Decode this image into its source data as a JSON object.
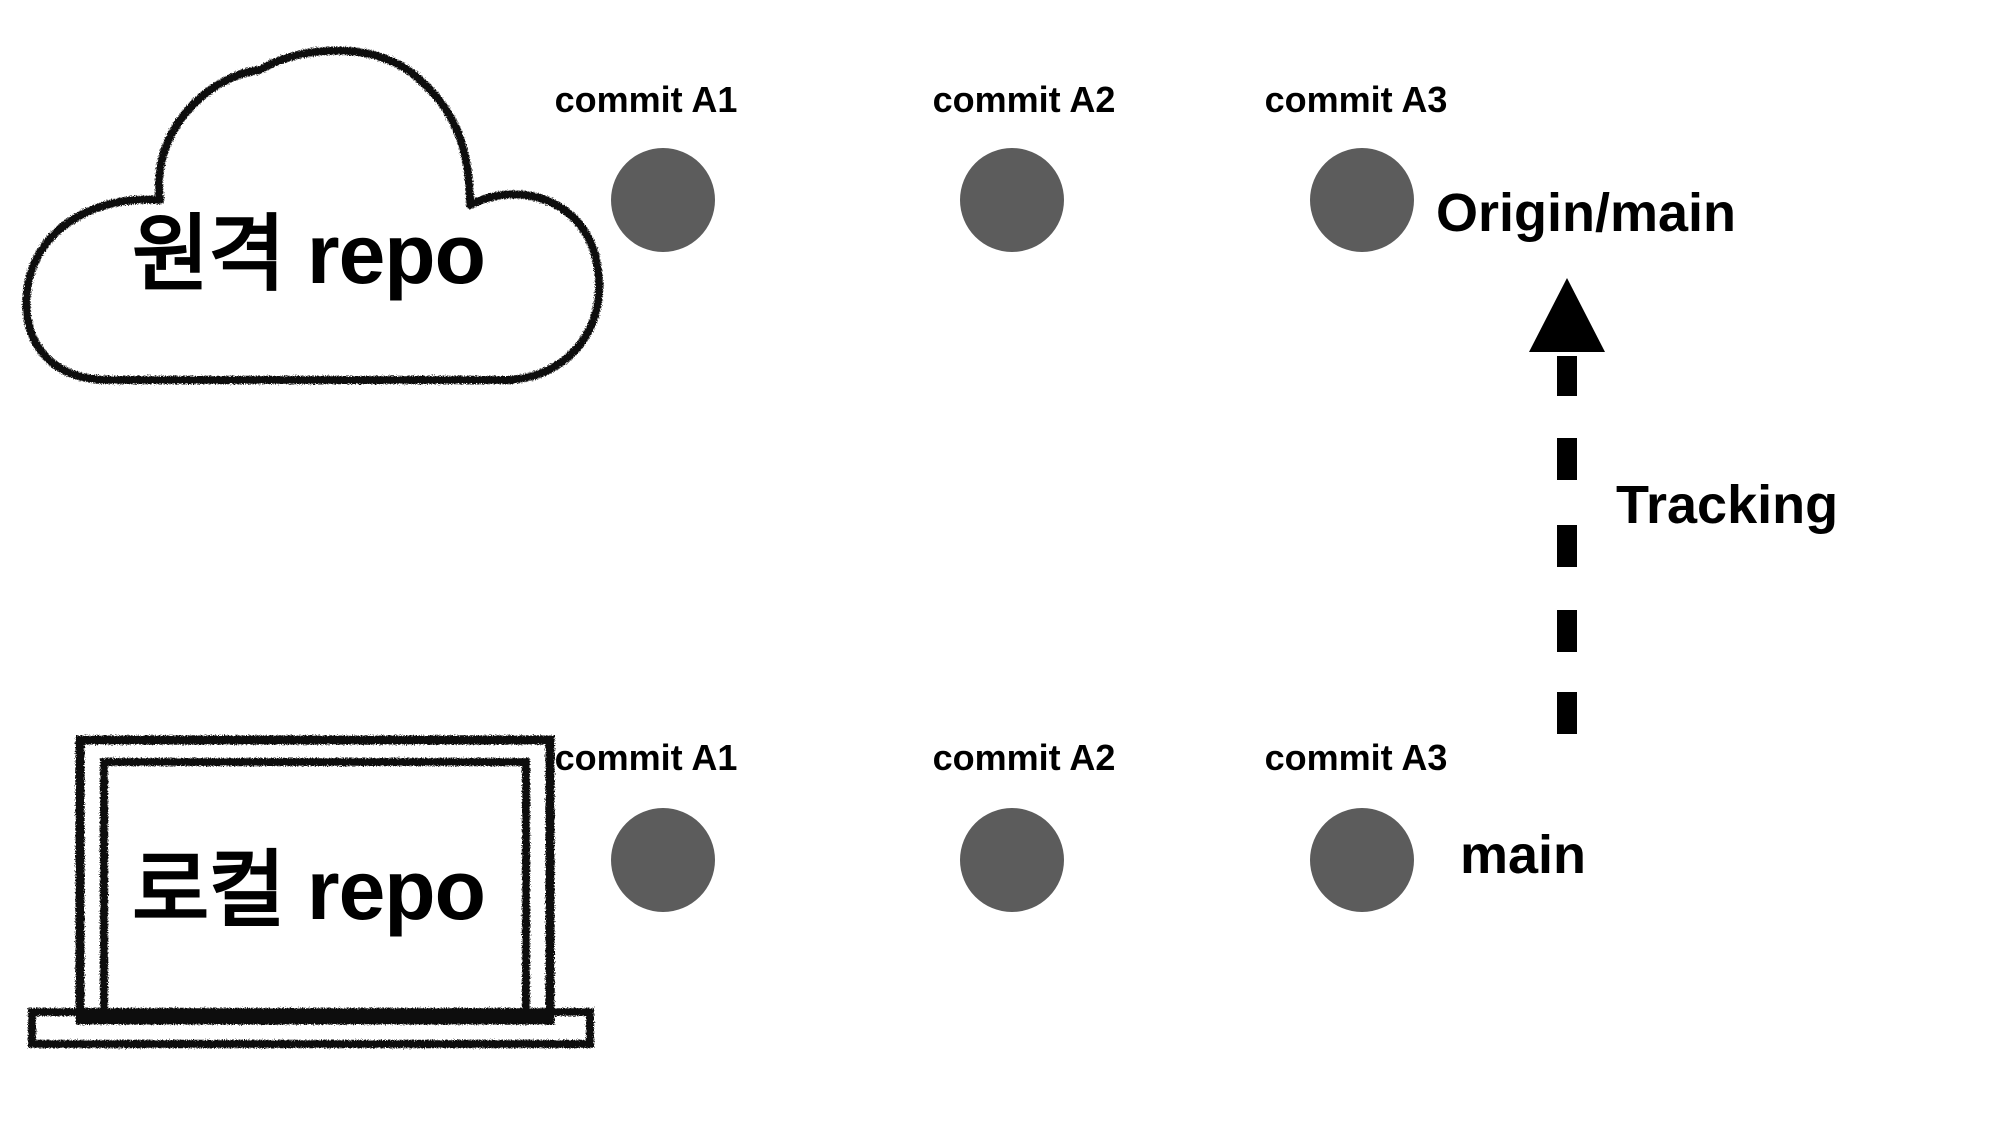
{
  "remote_repo": {
    "label": "원격 repo",
    "icon": "cloud-icon",
    "commits": [
      "commit A1",
      "commit A2",
      "commit A3"
    ],
    "branch": "Origin/main"
  },
  "local_repo": {
    "label": "로컬 repo",
    "icon": "laptop-icon",
    "commits": [
      "commit A1",
      "commit A2",
      "commit A3"
    ],
    "branch": "main"
  },
  "tracking": {
    "label": "Tracking",
    "icon": "dashed-arrow-up-icon"
  },
  "colors": {
    "commit_node": "#5c5c5c",
    "history_line": "#7a7a7a",
    "outline": "#111111",
    "text": "#000000"
  }
}
